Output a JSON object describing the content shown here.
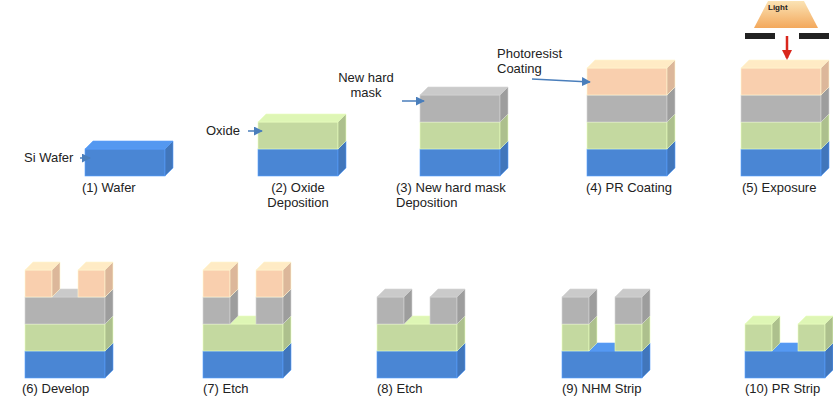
{
  "diagram": {
    "labels": [
      "Si Wafer",
      "(1) Wafer",
      "Oxide",
      "(2) Oxide Deposition",
      "New hard mask",
      "(3) New hard mask Deposition",
      "Photoresist Coating",
      "(4) PR Coating",
      "Light",
      "(5) Exposure",
      "(6) Develop",
      "(7) Etch",
      "(8) Etch",
      "(9) NHM Strip",
      "(10) PR Strip"
    ]
  }
}
